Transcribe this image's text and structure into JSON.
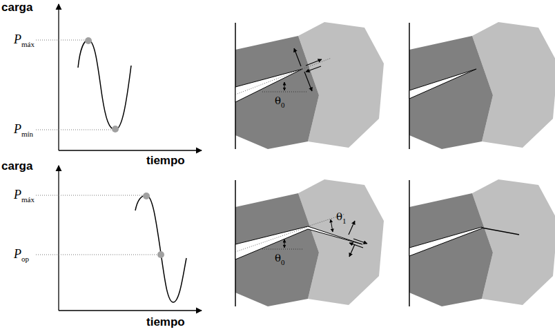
{
  "diagram": {
    "labels": [
      "carga",
      "tiempo",
      "P",
      "máx",
      "P",
      "mín",
      "θ",
      "0",
      "carga",
      "tiempo",
      "P",
      "máx",
      "P",
      "op",
      "θ",
      "1",
      "θ",
      "0"
    ]
  }
}
